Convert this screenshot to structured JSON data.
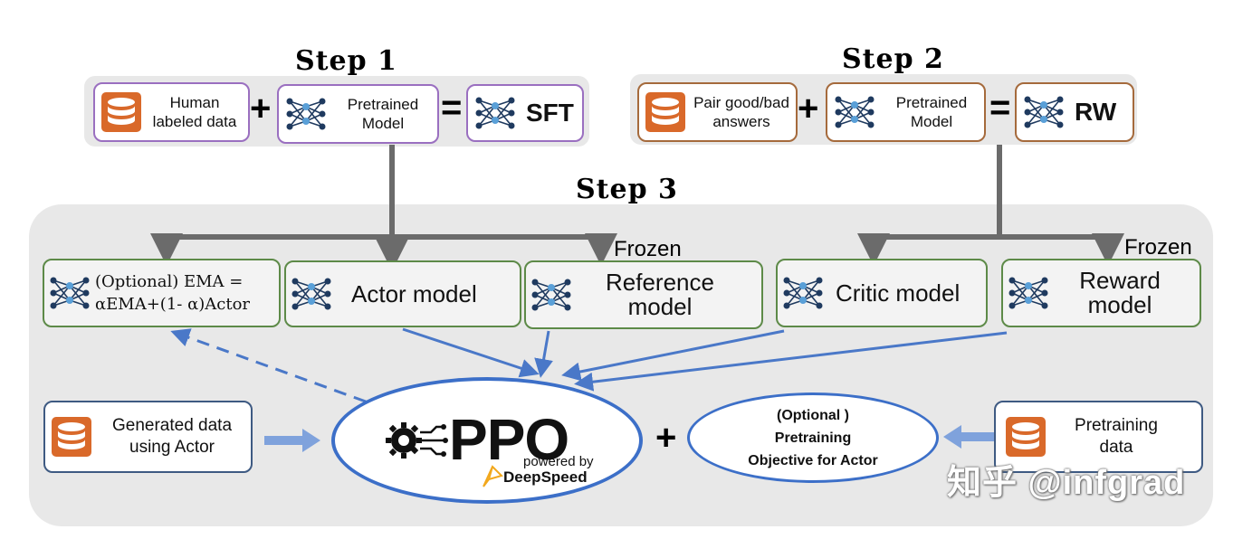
{
  "steps": {
    "step1_title": "Step 1",
    "step2_title": "Step 2",
    "step3_title": "Step 3"
  },
  "step1": {
    "human_data": "Human labeled data",
    "pretrained": "Pretrained Model",
    "result": "SFT",
    "plus": "+",
    "equals": "="
  },
  "step2": {
    "pair_data": "Pair good/bad answers",
    "pretrained": "Pretrained Model",
    "result": "RW",
    "plus": "+",
    "equals": "="
  },
  "step3": {
    "ema_line1": "(Optional) EMA =",
    "ema_line2": "αEMA+(1- α)Actor",
    "actor": "Actor model",
    "reference": "Reference model",
    "critic": "Critic model",
    "reward": "Reward model",
    "frozen_1": "Frozen",
    "frozen_2": "Frozen",
    "generated": "Generated data using Actor",
    "ppo": "PPO",
    "powered_by": "powered by",
    "deepspeed": "DeepSpeed",
    "plus": "+",
    "optional_line1": "(Optional )",
    "optional_line2": "Pretraining",
    "optional_line3": "Objective for Actor",
    "pretraining_data": "Pretraining data"
  },
  "watermark": "知乎 @infgrad",
  "colors": {
    "panel": "#e8e8e8",
    "purple_border": "#9a6fc0",
    "brown_border": "#a56a3c",
    "green_border": "#5d8a48",
    "navy_border": "#3e5a82",
    "blue_arrow": "#4a78c8",
    "gray_connector": "#6b6b6b",
    "db_orange": "#d9692a"
  }
}
